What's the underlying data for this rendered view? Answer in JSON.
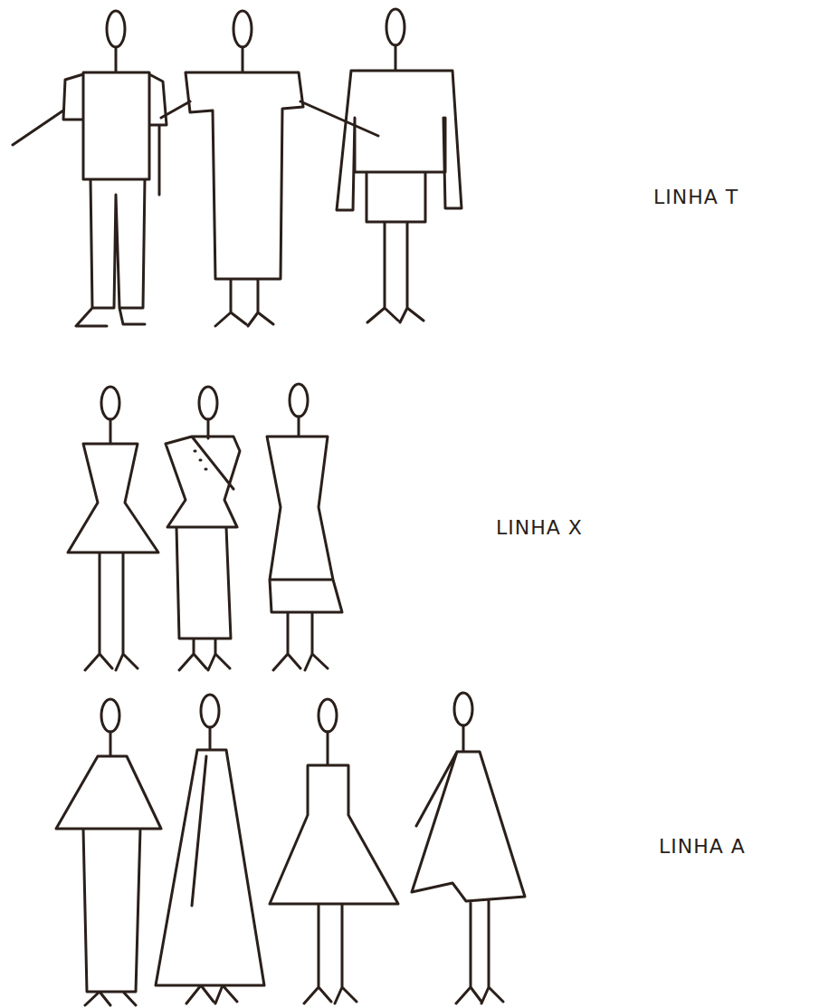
{
  "diagram": {
    "labels": [
      "LINHA T",
      "LINHA X",
      "LINHA A"
    ]
  }
}
